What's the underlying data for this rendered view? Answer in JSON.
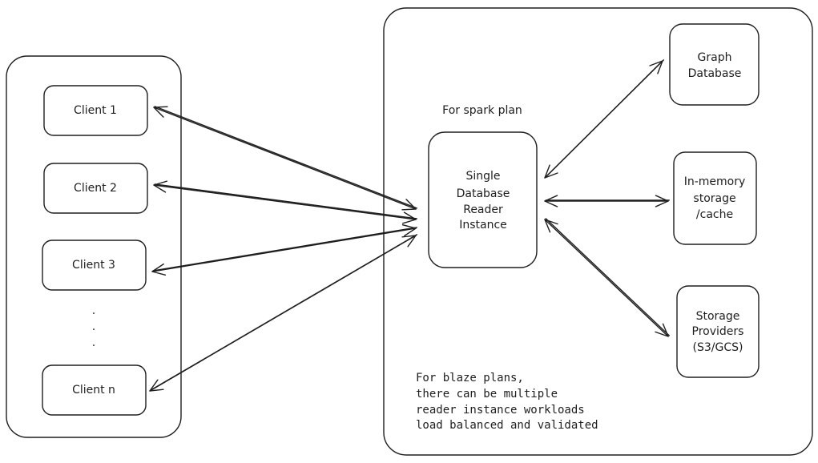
{
  "clients": [
    {
      "label": "Client 1"
    },
    {
      "label": "Client 2"
    },
    {
      "label": "Client 3"
    },
    {
      "label": "Client n"
    }
  ],
  "ellipsis": ".",
  "reader": {
    "caption": "For spark plan",
    "lines": [
      "Single",
      "Database",
      "Reader",
      "Instance"
    ]
  },
  "targets": {
    "graph": {
      "lines": [
        "Graph",
        "Database"
      ]
    },
    "memory": {
      "lines": [
        "In-memory",
        "storage",
        "/cache"
      ]
    },
    "storage": {
      "lines": [
        "Storage",
        "Providers",
        "(S3/GCS)"
      ]
    }
  },
  "note": {
    "lines": [
      "For blaze plans,",
      "there can be multiple",
      "reader instance workloads",
      "load balanced and validated"
    ]
  }
}
